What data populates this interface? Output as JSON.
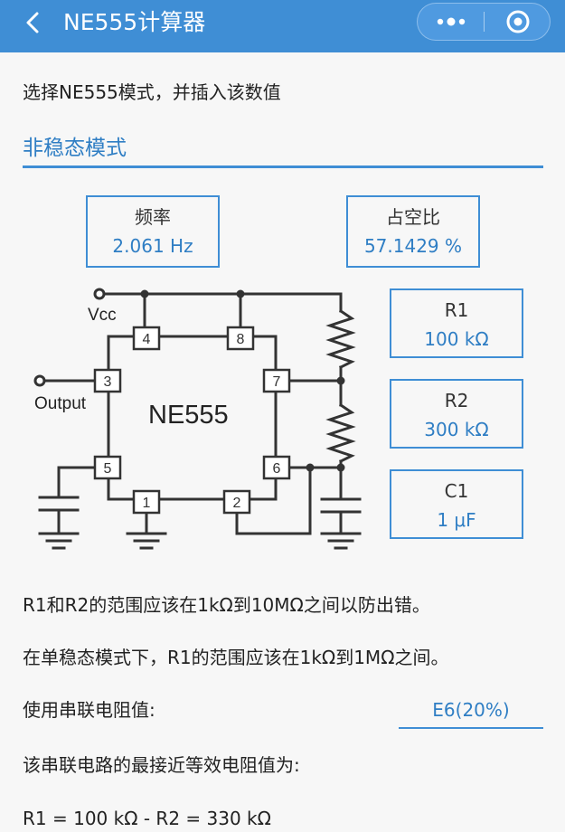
{
  "header": {
    "title": "NE555计算器"
  },
  "instruction": "选择NE555模式，并插入该数值",
  "section_title": "非稳态模式",
  "results": {
    "frequency": {
      "label": "频率",
      "value": "2.061 Hz"
    },
    "duty": {
      "label": "占空比",
      "value": "57.1429 %"
    }
  },
  "inputs": {
    "r1": {
      "label": "R1",
      "value": "100 kΩ"
    },
    "r2": {
      "label": "R2",
      "value": "300 kΩ"
    },
    "c1": {
      "label": "C1",
      "value": "1 μF"
    }
  },
  "diagram": {
    "chip_label": "NE555",
    "vcc_label": "Vcc",
    "output_label": "Output",
    "pins": [
      "1",
      "2",
      "3",
      "4",
      "5",
      "6",
      "7",
      "8"
    ]
  },
  "notes": {
    "range": "R1和R2的范围应该在1kΩ到10MΩ之间以防出错。",
    "mono": "在单稳态模式下，R1的范围应该在1kΩ到1MΩ之间。",
    "series_label": "使用串联电阻值:",
    "series_value": "E6(20%)",
    "closest": "该串联电路的最接近等效电阻值为:",
    "result": "R1 = 100 kΩ - R2 = 330 kΩ"
  }
}
